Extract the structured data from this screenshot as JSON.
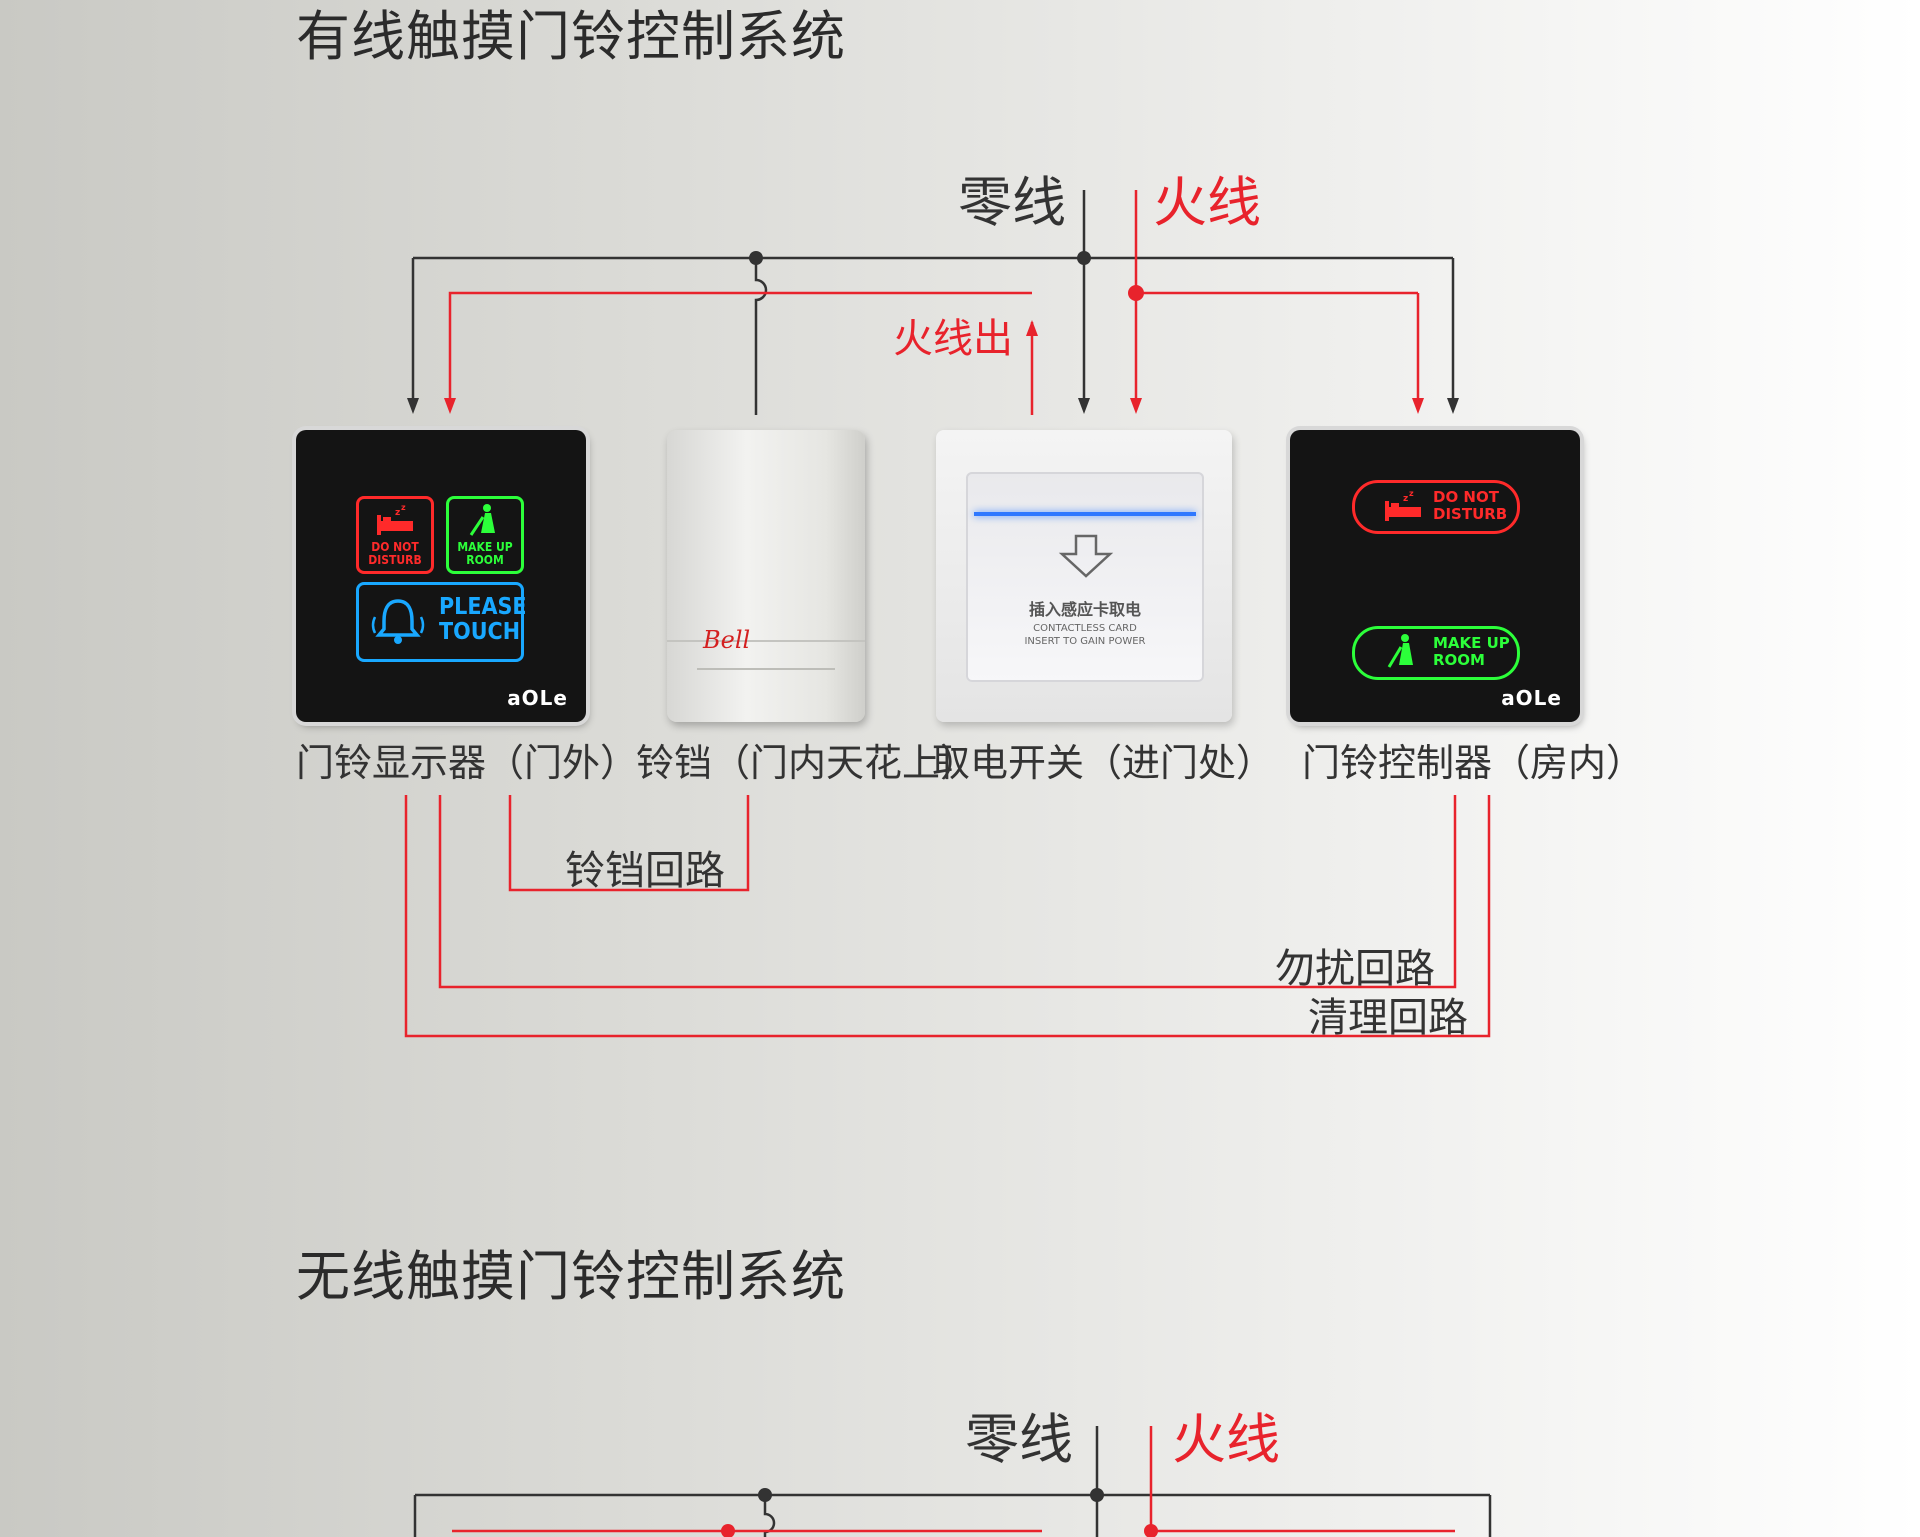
{
  "sections": [
    {
      "title": "有线触摸门铃控制系统"
    },
    {
      "title": "无线触摸门铃控制系统"
    }
  ],
  "wiring": {
    "neutral": "零线",
    "live": "火线",
    "live_out": "火线出",
    "bell_loop": "铃铛回路",
    "dnd_loop": "勿扰回路",
    "clean_loop": "清理回路"
  },
  "devices": [
    {
      "caption": "门铃显示器（门外）"
    },
    {
      "caption": "铃铛（门内天花上）",
      "brand": "Bell"
    },
    {
      "caption": "取电开关（进门处）",
      "text_cn": "插入感应卡取电",
      "text_en1": "CONTACTLESS CARD",
      "text_en2": "INSERT TO GAIN POWER"
    },
    {
      "caption": "门铃控制器（房内）"
    }
  ],
  "panel": {
    "logo": "aOLe",
    "dnd_l1": "DO NOT",
    "dnd_l2": "DISTURB",
    "mur_l1": "MAKE UP",
    "mur_l2": "ROOM",
    "bell_l1": "PLEASE",
    "bell_l2": "TOUCH"
  },
  "colors": {
    "neutral": "#333333",
    "live": "#e8232c",
    "dnd": "#ff2a2a",
    "mur": "#2cff3a",
    "bell": "#19a8ff"
  }
}
